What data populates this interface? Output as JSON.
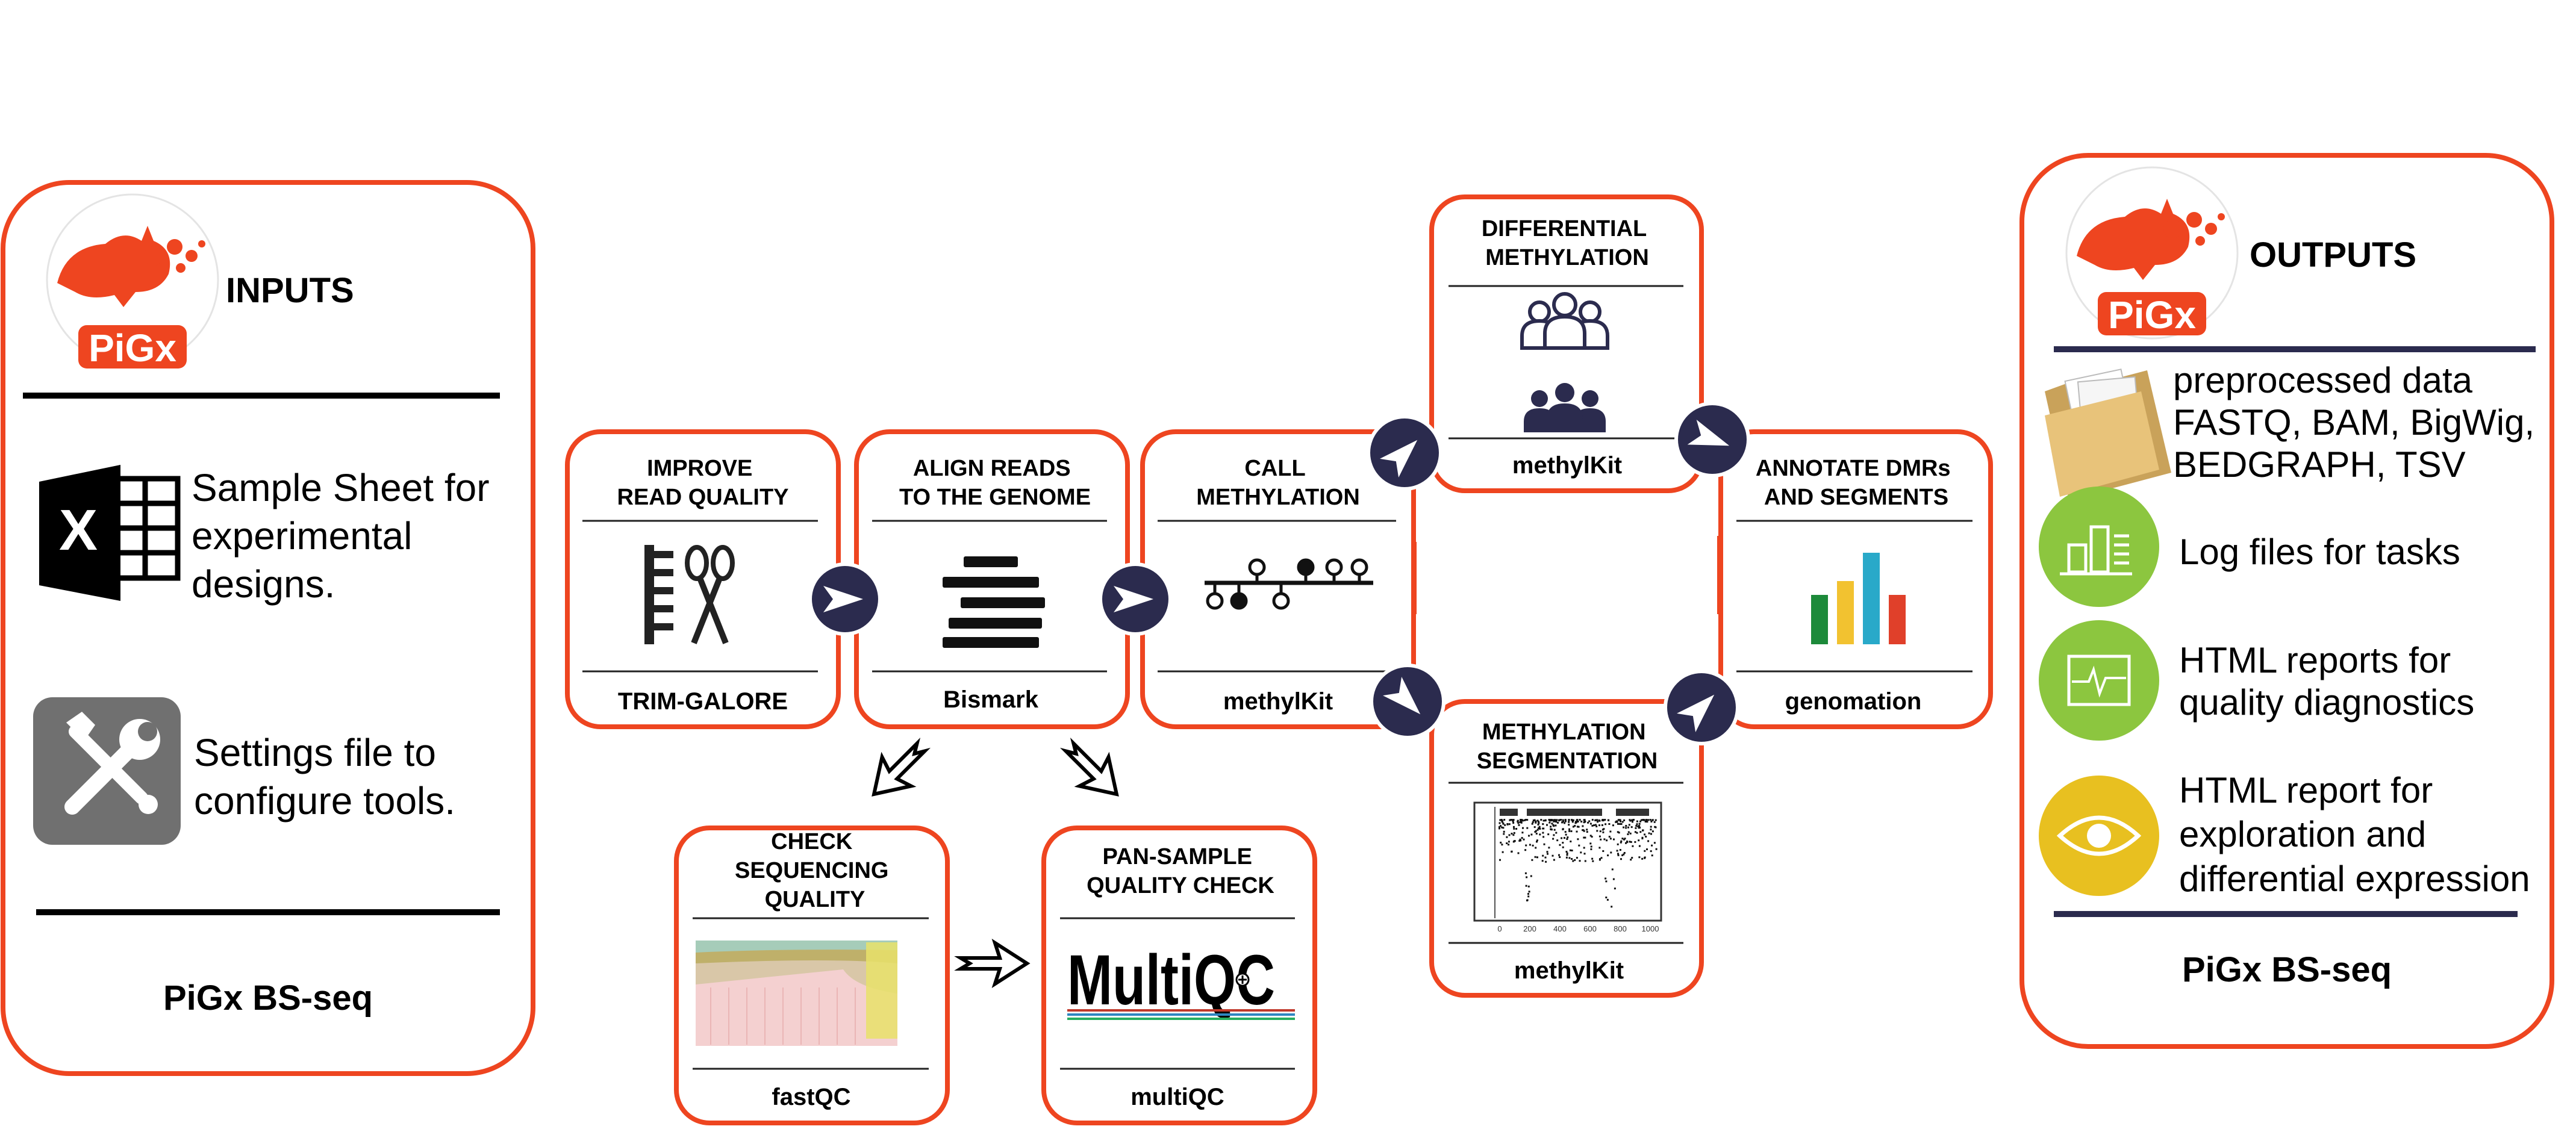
{
  "colors": {
    "accent": "#ee4520",
    "navy": "#2b2b4e",
    "green": "#8cc63f",
    "yellow": "#e8c020"
  },
  "inputs": {
    "logo_text": "PiGx",
    "heading": "INPUTS",
    "items": [
      {
        "icon": "spreadsheet-icon",
        "lines": [
          "Sample Sheet for",
          "experimental",
          "designs."
        ]
      },
      {
        "icon": "tools-icon",
        "lines": [
          "Settings file to",
          "configure tools."
        ]
      }
    ],
    "footer": "PiGx BS-seq"
  },
  "steps": {
    "trim": {
      "title": [
        "IMPROVE",
        "READ QUALITY"
      ],
      "tool": "TRIM-GALORE",
      "icon": "scissors-comb-icon"
    },
    "align": {
      "title": [
        "ALIGN READS",
        "TO THE GENOME"
      ],
      "tool": "Bismark",
      "icon": "aligned-reads-icon"
    },
    "call": {
      "title": [
        "CALL",
        "METHYLATION"
      ],
      "tool": "methylKit",
      "icon": "methylation-lollipop-icon"
    },
    "diff": {
      "title": [
        "DIFFERENTIAL",
        "METHYLATION"
      ],
      "tool": "methylKit",
      "icon": "groups-icon"
    },
    "seg": {
      "title": [
        "METHYLATION",
        "SEGMENTATION"
      ],
      "tool": "methylKit",
      "icon": "segmentation-plot-icon"
    },
    "annot": {
      "title": [
        "ANNOTATE DMRs",
        "AND SEGMENTS"
      ],
      "tool": "genomation",
      "icon": "bar-chart-icon"
    },
    "qc": {
      "title": [
        "CHECK",
        "SEQUENCING",
        "QUALITY"
      ],
      "tool": "fastQC",
      "icon": "fastqc-plot-icon"
    },
    "mqc": {
      "title": [
        "PAN-SAMPLE",
        "QUALITY CHECK"
      ],
      "tool": "multiQC",
      "logo_text": "MultiQC"
    }
  },
  "segmentation_ticks": [
    "0",
    "200",
    "400",
    "600",
    "800",
    "1000"
  ],
  "outputs": {
    "logo_text": "PiGx",
    "heading": "OUTPUTS",
    "items": [
      {
        "icon": "folder-icon",
        "lines": [
          "preprocessed data",
          "FASTQ, BAM, BigWig,",
          "BEDGRAPH, TSV"
        ]
      },
      {
        "icon": "log-files-icon",
        "lines": [
          "Log files for tasks"
        ]
      },
      {
        "icon": "quality-report-icon",
        "lines": [
          "HTML reports for",
          "quality diagnostics"
        ]
      },
      {
        "icon": "eye-icon",
        "lines": [
          "HTML report for",
          "exploration and",
          "differential expression"
        ]
      }
    ],
    "footer": "PiGx BS-seq"
  }
}
